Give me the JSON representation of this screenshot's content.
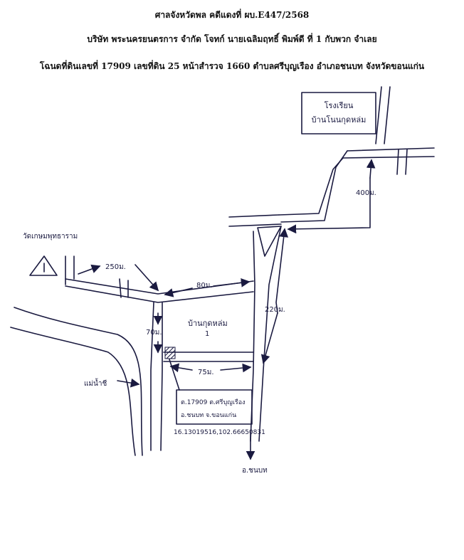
{
  "header": {
    "line1": "ศาลจังหวัดพล คดีแดงที่ ผบ.E447/2568",
    "line2": "บริษัท พระนครยนตรการ จำกัด โจทก์ นายเฉลิมฤทธิ์ พิมพ์ดี ที่ 1 กับพวก จำเลย",
    "line3": "โฉนดที่ดินเลขที่ 17909 เลขที่ดิน 25 หน้าสำรวจ 1660 ตำบลศรีบุญเรือง อำเภอชนบท จังหวัดขอนแก่น"
  },
  "map": {
    "school_label_1": "โรงเรียน",
    "school_label_2": "บ้านโนนกุดหล่ม",
    "temple_label": "วัดเกษมพุทธาราม",
    "village_label_1": "บ้านกุดหล่ม",
    "village_label_2": "1",
    "river_label": "แม่น้ำชี",
    "dist_250": "250ม.",
    "dist_80": "80ม.",
    "dist_70": "70ม.",
    "dist_75": "75ม.",
    "dist_220": "220ม.",
    "dist_400": "400ม.",
    "parcel_line1": "ต.17909 ต.ศรีบุญเรือง",
    "parcel_line2": "อ.ชนบท จ.ขอนแก่น",
    "coords": "16.13019516,102.66650831",
    "to_label": "อ.ชนบท"
  },
  "colors": {
    "ink": "#1a1a40",
    "text": "#111111"
  }
}
